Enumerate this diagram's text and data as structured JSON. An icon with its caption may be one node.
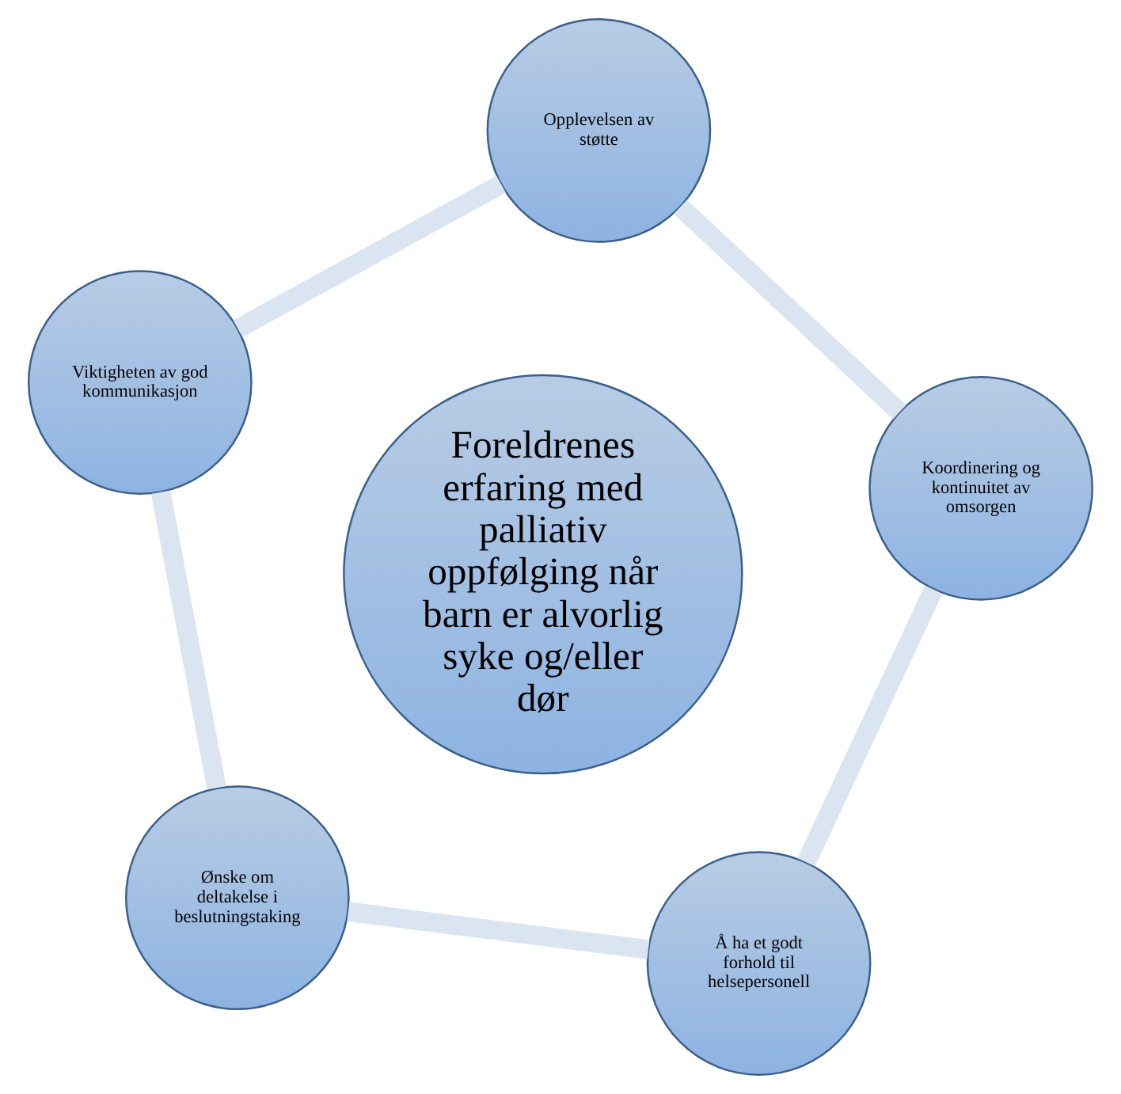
{
  "diagram": {
    "nodes": [
      {
        "text": [
          "Ønske om deltakelse i beslutningstaking"
        ]
      },
      {
        "text": [
          "Å ha et godt forhold til helsepersonell"
        ]
      },
      {
        "text": [
          "Foreldrenes erfaring med palliativ oppfølging når barn er alvorlig syke og/eller dør"
        ]
      },
      {
        "text": [
          "Viktigheten av god kommunikasjon"
        ]
      },
      {
        "text": [
          "Koordinering og kontinuitet av omsorgen"
        ]
      },
      {
        "text": [
          "Opplevelsen av støtte"
        ]
      }
    ],
    "edges": [
      {
        "from": 0,
        "to": 3,
        "arrow": "none"
      },
      {
        "from": 3,
        "to": 5,
        "arrow": "none"
      },
      {
        "from": 5,
        "to": 4,
        "arrow": "none"
      },
      {
        "from": 4,
        "to": 1,
        "arrow": "none"
      },
      {
        "from": 1,
        "to": 0,
        "arrow": "none"
      }
    ]
  }
}
